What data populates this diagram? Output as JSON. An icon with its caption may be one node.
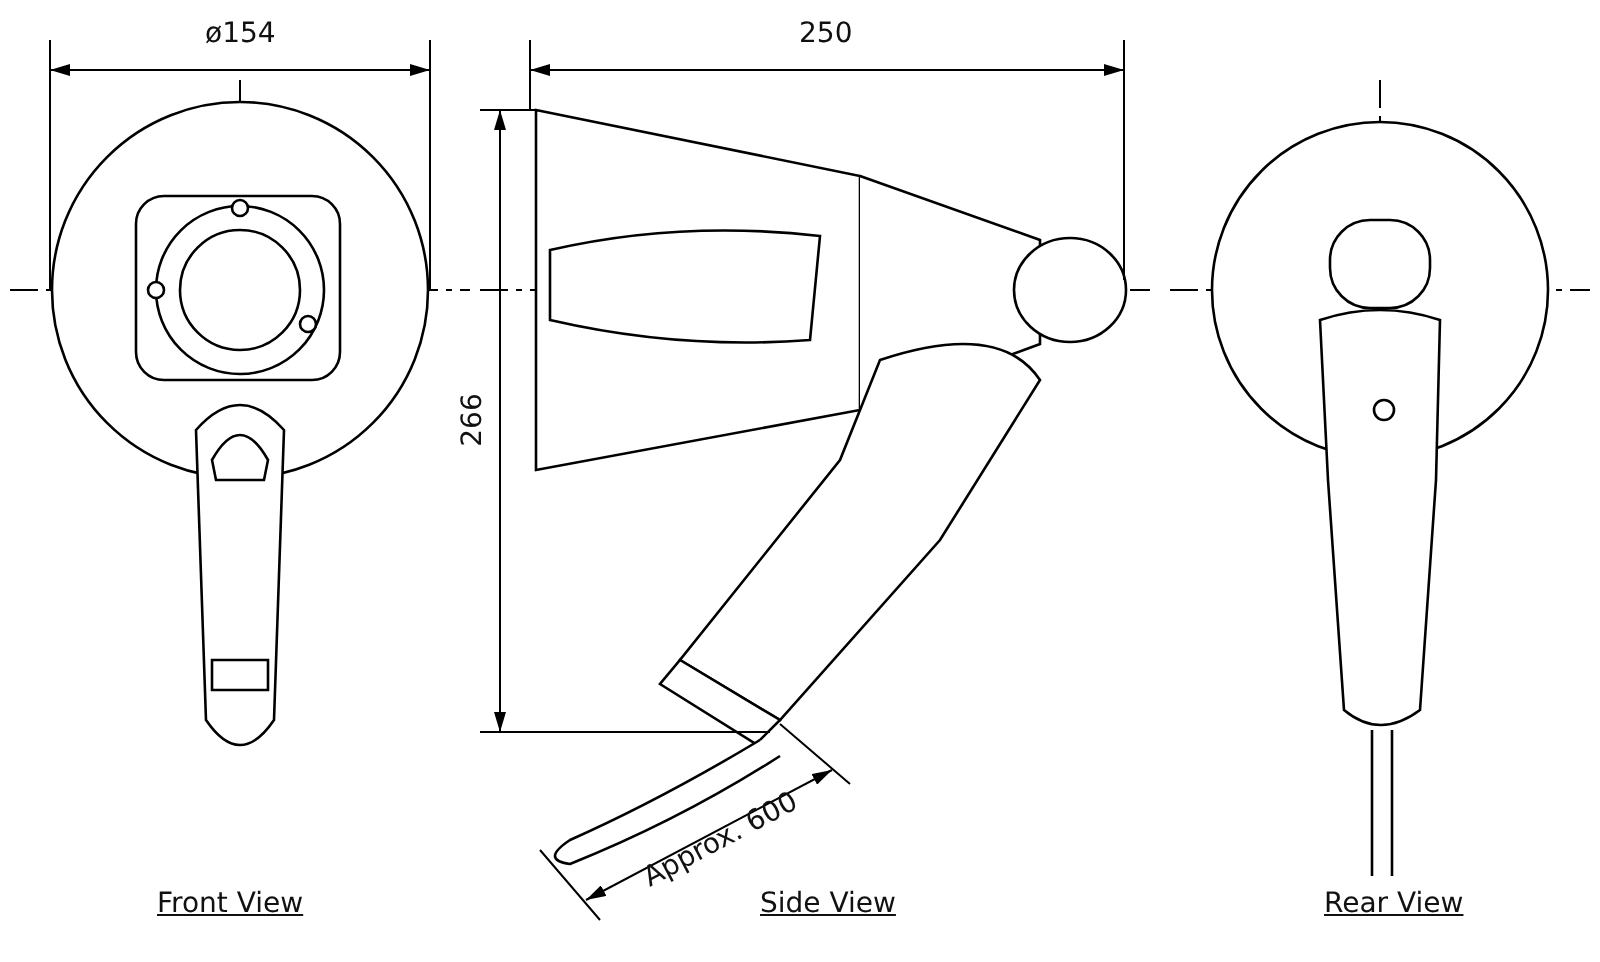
{
  "diagram": {
    "labels": [
      "ø154",
      "250",
      "266",
      "Approx. 600",
      "Front View",
      "Side View",
      "Rear View"
    ]
  }
}
